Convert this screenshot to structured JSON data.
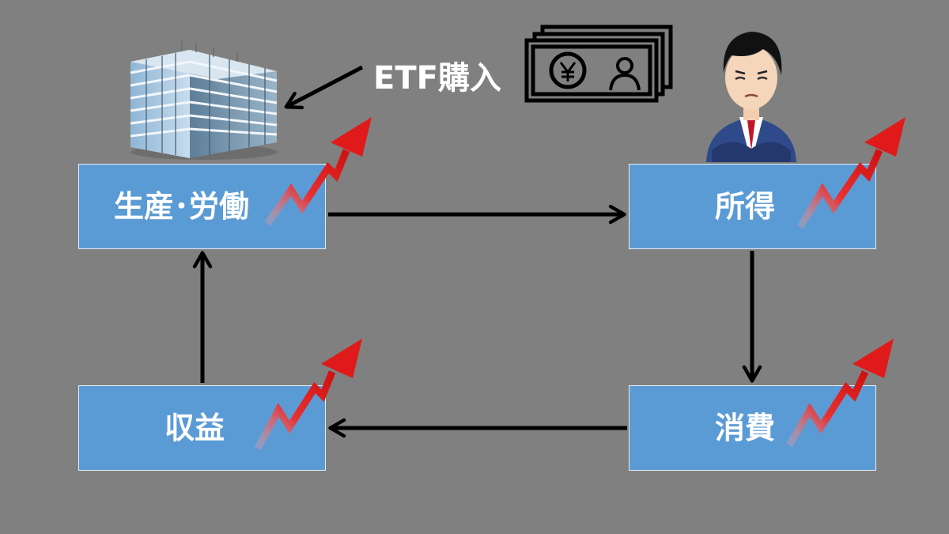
{
  "nodes": {
    "production": "生産･労働",
    "income": "所得",
    "revenue": "収益",
    "consumption": "消費"
  },
  "annotation": {
    "etf_purchase": "ETF購入"
  },
  "icons": {
    "building": "office-building-icon",
    "banknotes": "yen-banknote-icon",
    "person": "worried-businessman-icon",
    "growth": "rising-red-arrow-icon"
  },
  "colors": {
    "background": "#808080",
    "box_fill": "#5b9bd5",
    "box_text": "#ffffff",
    "arrow": "#000000",
    "growth_arrow": "#e02020"
  }
}
